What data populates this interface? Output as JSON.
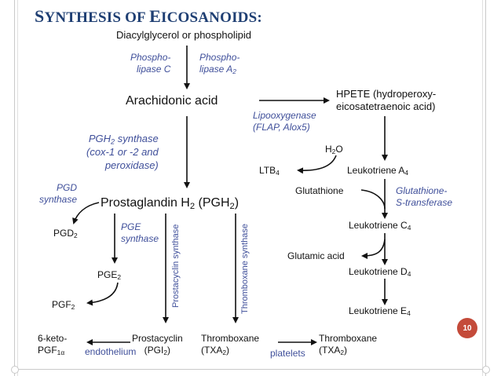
{
  "slide": {
    "title_first_letter": "S",
    "title_rest_1": "YNTHESIS OF ",
    "title_letter_2": "E",
    "title_rest_2": "ICOSANOIDS:",
    "page_number": "10"
  },
  "nodes": {
    "diacylglycerol": "Diacylglycerol or phospholipid",
    "arachidonic": "Arachidonic acid",
    "hpete_1": "HPETE (hydroperoxy-",
    "hpete_2": "eicosatetraenoic acid)",
    "water": "H",
    "water_sub": "2",
    "water_o": "O",
    "ltb": "LTB",
    "ltb_sub": "4",
    "leukotriene_a": "Leukotriene A",
    "leukotriene_a_sub": "4",
    "glutathione": "Glutathione",
    "prostaglandin": "Prostaglandin H",
    "prostaglandin_sub": "2",
    "prostaglandin_paren": " (PGH",
    "prostaglandin_sub2": "2",
    "prostaglandin_end": ")",
    "pgd": "PGD",
    "pgd_sub": "2",
    "leukotriene_c": "Leukotriene C",
    "leukotriene_c_sub": "4",
    "glutamic": "Glutamic acid",
    "pge": "PGE",
    "pge_sub": "2",
    "leukotriene_d": "Leukotriene D",
    "leukotriene_d_sub": "4",
    "pgf": "PGF",
    "pgf_sub": "2",
    "leukotriene_e": "Leukotriene E",
    "leukotriene_e_sub": "4",
    "keto_1": "6-keto-",
    "keto_2": "PGF",
    "keto_sub": "1α",
    "prostacyclin_1": "Prostacyclin",
    "prostacyclin_2": "(PGI",
    "prostacyclin_sub": "2",
    "prostacyclin_end": ")",
    "thromboxane_1": "Thromboxane",
    "thromboxane_2": "(TXA",
    "thromboxane_sub": "2",
    "thromboxane_end": ")",
    "thromboxane_r1": "Thromboxane",
    "thromboxane_r2": "(TXA",
    "thromboxane_r_sub": "2",
    "thromboxane_r_end": ")"
  },
  "enzymes": {
    "plc_1": "Phospho-",
    "plc_2": "lipase C",
    "pla_1": "Phospho-",
    "pla_2": "lipase A",
    "pla_sub": "2",
    "lipo_1": "Lipooxygenase",
    "lipo_2": "(FLAP, Alox5)",
    "pgh_1": "PGH",
    "pgh_sub": "2",
    "pgh_1b": " synthase",
    "pgh_2": "(cox-1 or -2 and",
    "pgh_3": "peroxidase)",
    "pgd_syn_1": "PGD",
    "pgd_syn_2": "synthase",
    "pge_syn_1": "PGE",
    "pge_syn_2": "synthase",
    "gst_1": "Glutathione-",
    "gst_2": "S-transferase",
    "prostacyclin_syn": "Prostacyclin synthase",
    "thromboxane_syn": "Thromboxane synthase",
    "endothelium": "endothelium",
    "platelets": "platelets"
  },
  "colors": {
    "title": "#1f3f73",
    "enzyme": "#3f4f9a",
    "badge": "#c44b3a",
    "arrow": "#111111"
  }
}
